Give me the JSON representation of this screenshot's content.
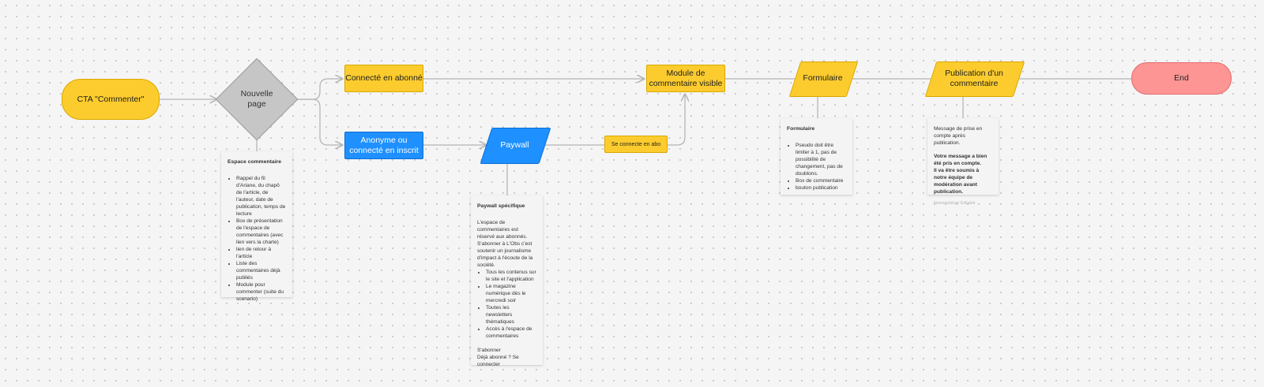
{
  "colors": {
    "yellow": "#fccc2e",
    "blue": "#1e90ff",
    "red": "#fd9595",
    "grey": "#c6c6c6",
    "edge": "#b5b5b5"
  },
  "nodes": {
    "cta": "CTA \"Commenter\"",
    "nouvelle_page": "Nouvelle\npage",
    "connecte_abonne": "Connecté en abonné",
    "anonyme": "Anonyme ou\nconnecté en inscrit",
    "paywall": "Paywall",
    "se_connecte": "Se connecte en abo",
    "module": "Module de\ncommentaire visible",
    "formulaire": "Formulaire",
    "publication": "Publication d'un\ncommentaire",
    "end": "End"
  },
  "notes": {
    "espace": {
      "title": "Espace commentaire",
      "items": [
        "Rappel du fil d'Ariane, du chapô de l'article, de l'auteur, date de publication, temps de lecture",
        "Box de présentation de l'espace de commentaires (avec lien vers la charte)",
        "lien de retour à l'article",
        "Liste des commentaires déjà publiés",
        "Module pour commenter (suite du scenario)"
      ]
    },
    "paywall": {
      "title": "Paywall spécifique",
      "intro": "L'espace de commentaires est réservé aux abonnés. S'abonner à L'Obs c'est soutenir un journalisme d'impact à l'écoute de la société.",
      "items": [
        "Tous les contenus sur le site et l'application",
        "Le magazine numérique dès le mercredi soir",
        "Toutes les newsletters thématiques",
        "Accès à l'espace de commentaires"
      ],
      "cta1": "S'abonner",
      "cta2": "Déjà abonné ? Se connecter"
    },
    "formulaire": {
      "title": "Formulaire",
      "items": [
        "Pseudo doit être limiter à 1, pas de possibilité de changement, pas de doublons.",
        "Box de commentaire",
        "bouton publication"
      ]
    },
    "publication": {
      "intro": "Message de prise en compte après publication.",
      "bold1": "Votre message a bien été pris en compte.",
      "bold2": "Il va être soumis à notre équipe de modération avant publication.",
      "footer": "Nomenclature Editable"
    }
  }
}
